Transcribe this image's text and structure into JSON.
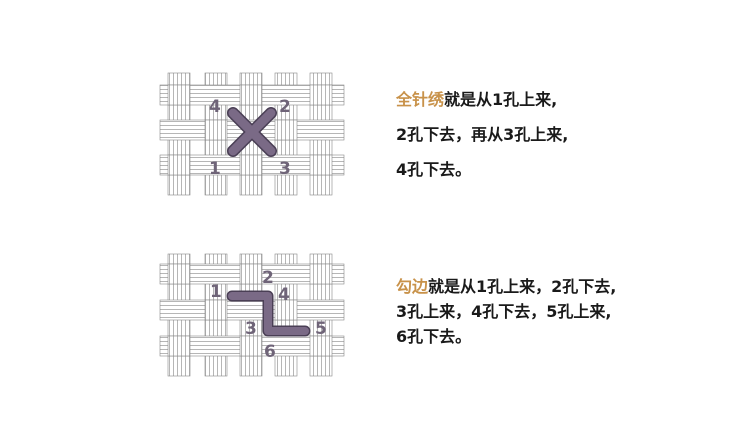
{
  "diagram1": {
    "title_accent": "全针绣",
    "line1_rest": "就是从1孔上来,",
    "line2": "2孔下去，再从3孔上来,",
    "line3": "4孔下去。",
    "labels": {
      "n1": "1",
      "n2": "2",
      "n3": "3",
      "n4": "4"
    }
  },
  "diagram2": {
    "title_accent": "勾边",
    "line1_rest": "就是从1孔上来，2孔下去,",
    "line2": "3孔上来，4孔下去，5孔上来,",
    "line3": "6孔下去。",
    "labels": {
      "n1": "1",
      "n2": "2",
      "n3": "3",
      "n4": "4",
      "n5": "5",
      "n6": "6"
    }
  },
  "colors": {
    "accent": "#c8924a",
    "stitch": "#7a6a86",
    "stitch_stroke": "#4a3f55",
    "label": "#6f6478",
    "thread": "#9a9a9a"
  }
}
